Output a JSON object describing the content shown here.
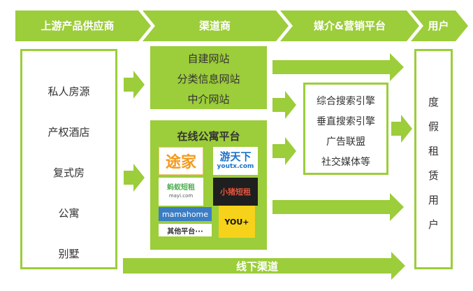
{
  "header": {
    "stage1": "上游产品供应商",
    "stage2": "渠道商",
    "stage3": "媒介&营销平台",
    "stage4": "用户"
  },
  "suppliers": [
    "私人房源",
    "产权酒店",
    "复式房",
    "公寓",
    "别墅"
  ],
  "channels_top": [
    "自建网站",
    "分类信息网站",
    "中介网站"
  ],
  "platform": {
    "title": "在线公寓平台",
    "logos": {
      "tujia": "途家",
      "youtx_cn": "游天下",
      "youtx_en": "youtx.com",
      "mayi_cn": "蚂蚁短租",
      "mayi_en": "mayi.com",
      "xiaozhu": "小猪短租",
      "mamahome": "mamahome",
      "youplus": "YOU+",
      "others": "其他平台···"
    }
  },
  "media": [
    "综合搜索引擎",
    "垂直搜索引擎",
    "广告联盟",
    "社交媒体等"
  ],
  "users_label": [
    "度",
    "假",
    "租",
    "赁",
    "用",
    "户"
  ],
  "offline": "线下渠道",
  "colors": {
    "green": "#9ccd3a",
    "green_dark": "#7fb52a",
    "text": "#333333"
  }
}
